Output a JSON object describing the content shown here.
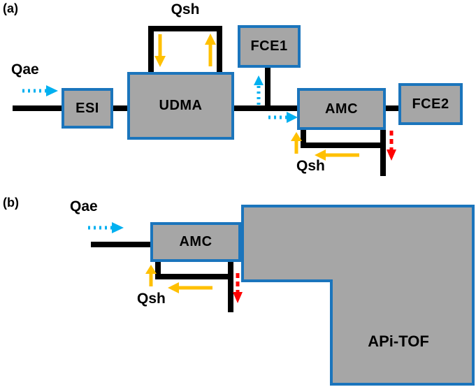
{
  "figure": {
    "panel_a": {
      "label": "(a)",
      "flow_labels": {
        "qae": "Qae",
        "qsh_top": "Qsh",
        "qsh_bottom": "Qsh"
      },
      "boxes": {
        "esi": "ESI",
        "udma": "UDMA",
        "fce1": "FCE1",
        "amc": "AMC",
        "fce2": "FCE2"
      }
    },
    "panel_b": {
      "label": "(b)",
      "flow_labels": {
        "qae": "Qae",
        "qsh": "Qsh"
      },
      "boxes": {
        "amc": "AMC",
        "apitof": "APi-TOF"
      }
    }
  },
  "colors": {
    "box_fill": "#A6A6A6",
    "box_border": "#1B75BC",
    "tube_line": "#000000",
    "sheath_flow": "#FFC000",
    "aerosol_flow": "#00B0F0",
    "excess_flow": "#FF0000"
  }
}
